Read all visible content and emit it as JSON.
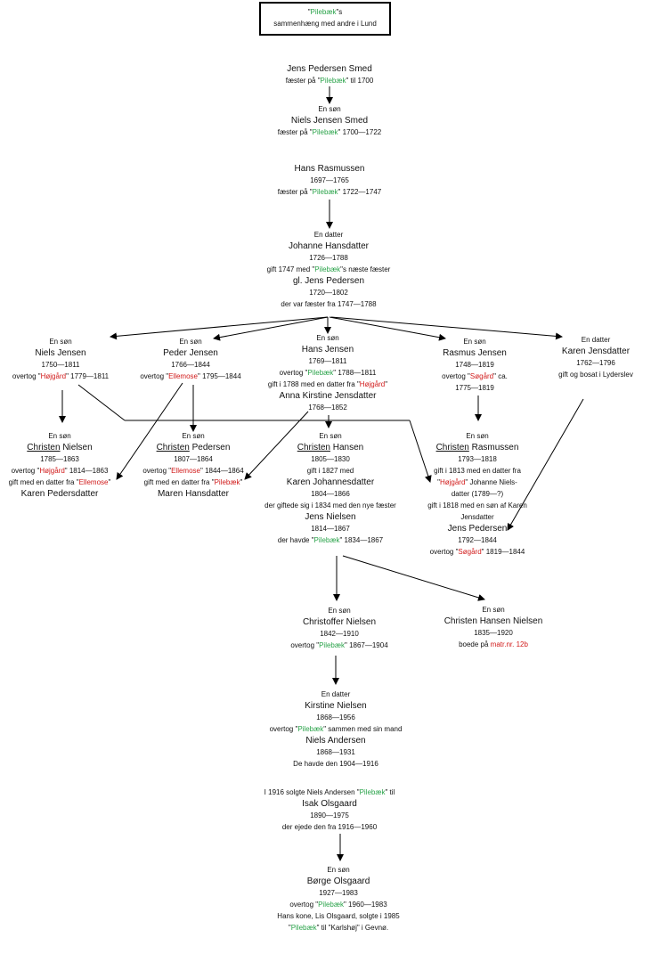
{
  "header": {
    "q1": "\"",
    "name": "Pilebæk",
    "q2": "\"s",
    "line2": "sammenhæng med andre i Lund"
  },
  "n1": {
    "name": "Jens Pedersen Smed",
    "pre": "fæster på \"",
    "farm": "Pilebæk",
    "post": "\" til 1700"
  },
  "n2": {
    "rel": "En søn",
    "name": "Niels Jensen Smed",
    "pre": "fæster på \"",
    "farm": "Pilebæk",
    "post": "\" 1700—1722"
  },
  "n3": {
    "name": "Hans Rasmussen",
    "years": "1697—1765",
    "pre": "fæster på \"",
    "farm": "Pilebæk",
    "post": "\" 1722—1747"
  },
  "n4": {
    "rel": "En datter",
    "name": "Johanne Hansdatter",
    "years": "1726—1788",
    "pre": "gift 1747 med \"",
    "farm": "Pilebæk",
    "post": "\"s næste fæster",
    "spouse": "gl. Jens Pedersen",
    "spouse_years": "1720—1802",
    "spouse_note": "der var fæster fra 1747—1788"
  },
  "c1": {
    "rel": "En søn",
    "name": "Niels Jensen",
    "years": "1750—1811",
    "pre": "overtog \"",
    "farm": "Højgård",
    "post": "\" 1779—1811"
  },
  "c2": {
    "rel": "En søn",
    "name": "Peder Jensen",
    "years": "1766—1844",
    "pre": "overtog \"",
    "farm": "Ellemose",
    "post": "\" 1795—1844"
  },
  "c3": {
    "rel": "En søn",
    "name": "Hans Jensen",
    "years": "1769—1811",
    "pre": "overtog \"",
    "farm": "Pilebæk",
    "post": "\" 1788—1811",
    "m_pre": "gift i 1788 med en datter fra \"",
    "m_farm": "Højgård",
    "m_post": "\"",
    "spouse": "Anna Kirstine Jensdatter",
    "spouse_years": "1768—1852"
  },
  "c4": {
    "rel": "En søn",
    "name": "Rasmus Jensen",
    "years": "1748—1819",
    "pre": "overtog \"",
    "farm": "Søgård",
    "post": "\" ca.",
    "period": "1775—1819"
  },
  "c5": {
    "rel": "En datter",
    "name": "Karen Jensdatter",
    "years": "1762—1796",
    "note": "gift og bosat i Lyderslev"
  },
  "g1": {
    "rel": "En søn",
    "first": "Christen",
    "last": " Nielsen",
    "years": "1785—1863",
    "pre": "overtog \"",
    "farm": "Højgård",
    "post": "\" 1814—1863",
    "m_pre": "gift med en datter fra \"",
    "m_farm": "Ellemose",
    "m_post": "\"",
    "spouse": "Karen Pedersdatter"
  },
  "g2": {
    "rel": "En søn",
    "first": "Christen",
    "last": " Pedersen",
    "years": "1807—1864",
    "pre": "overtog \"",
    "farm": "Ellemose",
    "post": "\" 1844—1864",
    "m_pre": "gift med en datter fra \"",
    "m_farm": "Pilebæk",
    "m_post": "\"",
    "spouse": "Maren Hansdatter"
  },
  "g3": {
    "rel": "En søn",
    "first": "Christen",
    "last": " Hansen",
    "years": "1805—1830",
    "marriage": "gift i 1827 med",
    "spouse": "Karen Johannesdatter",
    "spouse_years": "1804—1866",
    "remarried": "der giftede sig i 1834 med den nye fæster",
    "spouse2": "Jens Nielsen",
    "spouse2_years": "1814—1867",
    "pre": "der havde \"",
    "farm": "Pilebæk",
    "post": "\" 1834—1867"
  },
  "g4": {
    "rel": "En søn",
    "first": "Christen",
    "last": " Rasmussen",
    "years": "1793—1818",
    "m1": "gift i 1813 med en datter fra",
    "q1": "\"",
    "m1_farm": "Højgård",
    "m1_post": "\" Johanne Niels-",
    "m1_line3": "datter (1789—?)",
    "m2": "gift i 1818 med en søn af Karen",
    "m2_line2": "Jensdatter",
    "spouse": "Jens Pedersen",
    "spouse_years": "1792—1844",
    "pre": "overtog \"",
    "farm": "Søgård",
    "post": "\" 1819—1844"
  },
  "h1": {
    "rel": "En søn",
    "name": "Christoffer Nielsen",
    "years": "1842—1910",
    "pre": "overtog \"",
    "farm": "Pilebæk",
    "post": "\" 1867—1904"
  },
  "h2": {
    "rel": "En søn",
    "name": "Christen Hansen Nielsen",
    "years": "1835—1920",
    "pre": "boede på ",
    "ref": "matr.nr. 12b"
  },
  "i1": {
    "rel": "En datter",
    "name": "Kirstine Nielsen",
    "years": "1868—1956",
    "pre": "overtog \"",
    "farm": "Pilebæk",
    "post": "\" sammen med sin mand",
    "spouse": "Niels Andersen",
    "spouse_years": "1868—1931",
    "note": "De havde den 1904—1916"
  },
  "sale1": {
    "pre": "I 1916 solgte Niels Andersen \"",
    "farm": "Pilebæk",
    "post": "\" til",
    "buyer": "Isak Olsgaard",
    "years": "1890—1975",
    "note": "der ejede den fra 1916—1960"
  },
  "j1": {
    "rel": "En søn",
    "name": "Børge Olsgaard",
    "years": "1927—1983",
    "pre": "overtog \"",
    "farm": "Pilebæk",
    "post": "\" 1960—1983",
    "sale": "Hans kone, Lis Olsgaard, solgte i 1985",
    "q": "\"",
    "farm2": "Pilebæk",
    "mid": "\" til \"Karlshøj\" i Gevnø."
  },
  "colors": {
    "farm_green": "#2aa34a",
    "farm_red": "#d11a1a"
  }
}
